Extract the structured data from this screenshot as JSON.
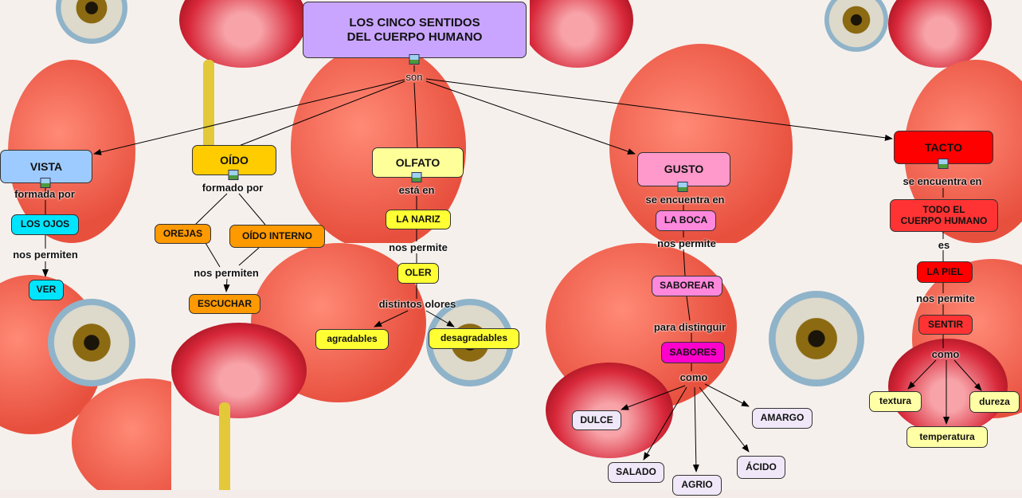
{
  "title": "LOS CINCO SENTIDOS\nDEL CUERPO HUMANO",
  "connector_main": "son",
  "colors": {
    "title": "#c9a5ff",
    "vista": "#9ecbff",
    "oido": "#ffcc00",
    "olfato": "#ffff99",
    "gusto": "#ff99cc",
    "tacto": "#ff0000",
    "cyan": "#00e5ff",
    "orange": "#ff9900",
    "yellow": "#ffff33",
    "pink_light": "#ff88dd",
    "magenta": "#ff00cc",
    "red": "#ff3333",
    "pale": "#f0e8f8",
    "pale_yellow": "#ffffa6"
  },
  "senses": {
    "vista": {
      "label": "VISTA",
      "link1": "formada por",
      "organ": "LOS OJOS",
      "link2": "nos permiten",
      "action": "VER"
    },
    "oido": {
      "label": "OÍDO",
      "link1": "formado por",
      "part1": "OREJAS",
      "part2": "OÍDO INTERNO",
      "link2": "nos permiten",
      "action": "ESCUCHAR"
    },
    "olfato": {
      "label": "OLFATO",
      "link1": "está en",
      "organ": "LA NARIZ",
      "link2": "nos permite",
      "action": "OLER",
      "link3": "distintos olores",
      "result1": "agradables",
      "result2": "desagradables"
    },
    "gusto": {
      "label": "GUSTO",
      "link1": "se encuentra en",
      "organ": "LA BOCA",
      "link2": "nos permite",
      "action": "SABOREAR",
      "link3": "para distinguir",
      "object": "SABORES",
      "link4": "como",
      "flavors": [
        "DULCE",
        "SALADO",
        "AGRIO",
        "ÁCIDO",
        "AMARGO"
      ]
    },
    "tacto": {
      "label": "TACTO",
      "link1": "se encuentra en",
      "where": "TODO EL\nCUERPO HUMANO",
      "link2": "es",
      "organ": "LA PIEL",
      "link3": "nos permite",
      "action": "SENTIR",
      "link4": "como",
      "qualities": [
        "textura",
        "temperatura",
        "dureza"
      ]
    }
  }
}
